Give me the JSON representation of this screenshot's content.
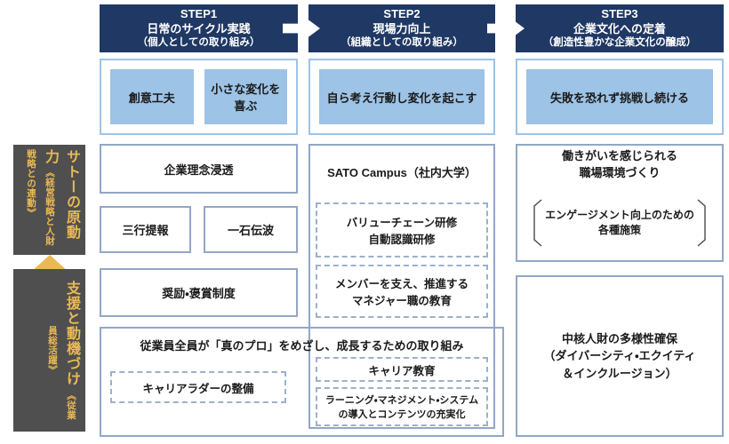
{
  "colors": {
    "navy": "#1F3864",
    "light_blue": "#9DC3E6",
    "box_border": "#92A7C5",
    "panel_gray": "#4F4F4F",
    "gold": "#EBB954"
  },
  "left_panel": {
    "driver_title": "サトーの原動力",
    "driver_subtitle": "《経営戦略と人財戦略との連動》",
    "support_title": "支援と動機づけ",
    "support_subtitle": "《従業員総活躍》"
  },
  "steps": [
    {
      "name": "STEP1",
      "subtitle": "日常のサイクル実践",
      "note": "（個人としての取り組み）"
    },
    {
      "name": "STEP2",
      "subtitle": "現場力向上",
      "note": "（組織としての取り組み）"
    },
    {
      "name": "STEP3",
      "subtitle": "企業文化への定着",
      "note": "（創造性豊かな企業文化の醸成）"
    }
  ],
  "highlights": {
    "step1_a": "創意工夫",
    "step1_b": "小さな変化を\n喜ぶ",
    "step2": "自ら考え行動し変化を起こす",
    "step3": "失敗を恐れず挑戦し続ける"
  },
  "step1_boxes": {
    "philosophy": "企業理念浸透",
    "sanko_teiho": "三行提報",
    "isseki_denpa": "一石伝波",
    "incentive": "奨励・褒賞制度"
  },
  "step2_boxes": {
    "campus_title": "SATO Campus（社内大学）",
    "value_chain": "バリューチェーン研修\n自動認識研修",
    "manager_education": "メンバーを支え、推進する\nマネジャー職の教育"
  },
  "pro_initiative": {
    "title": "従業員全員が「真のプロ」をめざし、成長するための取り組み",
    "career_ladder": "キャリアラダーの整備",
    "career_education": "キャリア教育",
    "lms": "ラーニング・マネジメント・システム\nの導入とコンテンツの充実化"
  },
  "step3_boxes": {
    "workplace": "働きがいを感じられる\n職場環境づくり",
    "engagement": "エンゲージメント向上のための\n各種施策",
    "diversity": "中核人財の多様性確保\n（ダイバーシティ・エクイティ\n＆インクルージョン）"
  }
}
